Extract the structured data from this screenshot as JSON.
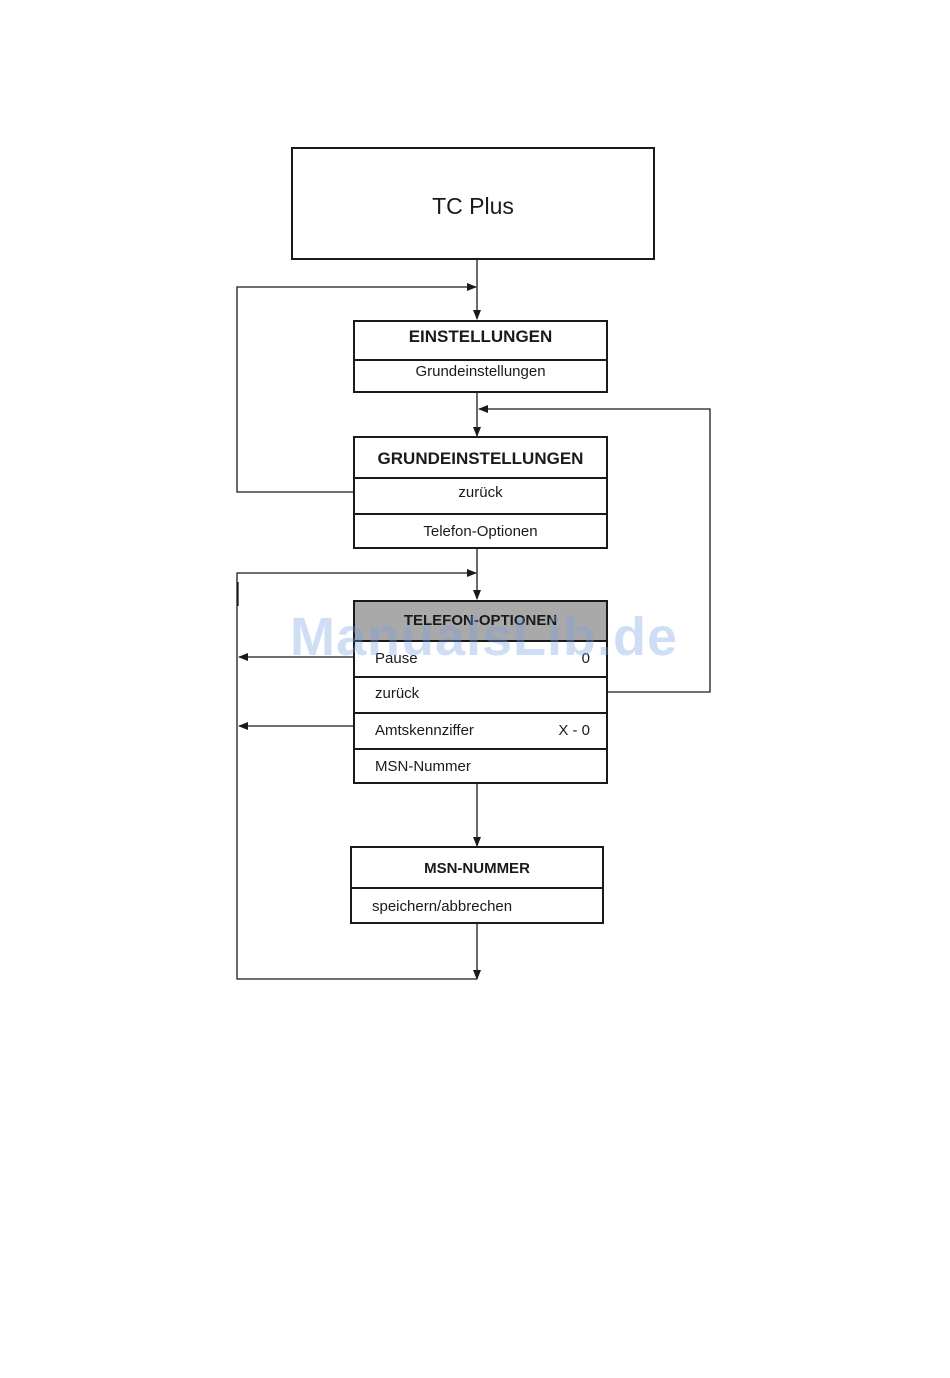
{
  "device": {
    "title": "TC Plus"
  },
  "menu_einstellungen": {
    "title": "EINSTELLUNGEN",
    "items": [
      "Grundeinstellungen"
    ]
  },
  "menu_grundeinstellungen": {
    "title": "GRUNDEINSTELLUNGEN",
    "items": [
      "zurück",
      "Telefon-Optionen"
    ]
  },
  "menu_telefon_optionen": {
    "title": "TELEFON-OPTIONEN",
    "items": [
      {
        "label": "Pause",
        "value": "0"
      },
      {
        "label": "zurück",
        "value": ""
      },
      {
        "label": "Amtskennziffer",
        "value": "X - 0"
      },
      {
        "label": "MSN-Nummer",
        "value": ""
      }
    ]
  },
  "menu_msn_nummer": {
    "title": "MSN-NUMMER",
    "items": [
      "speichern/abbrechen"
    ]
  },
  "watermark": "ManualsLib.de",
  "colors": {
    "line": "#1a1a1a",
    "highlight": "#a9a9a9",
    "watermark": "#78a0e1"
  }
}
